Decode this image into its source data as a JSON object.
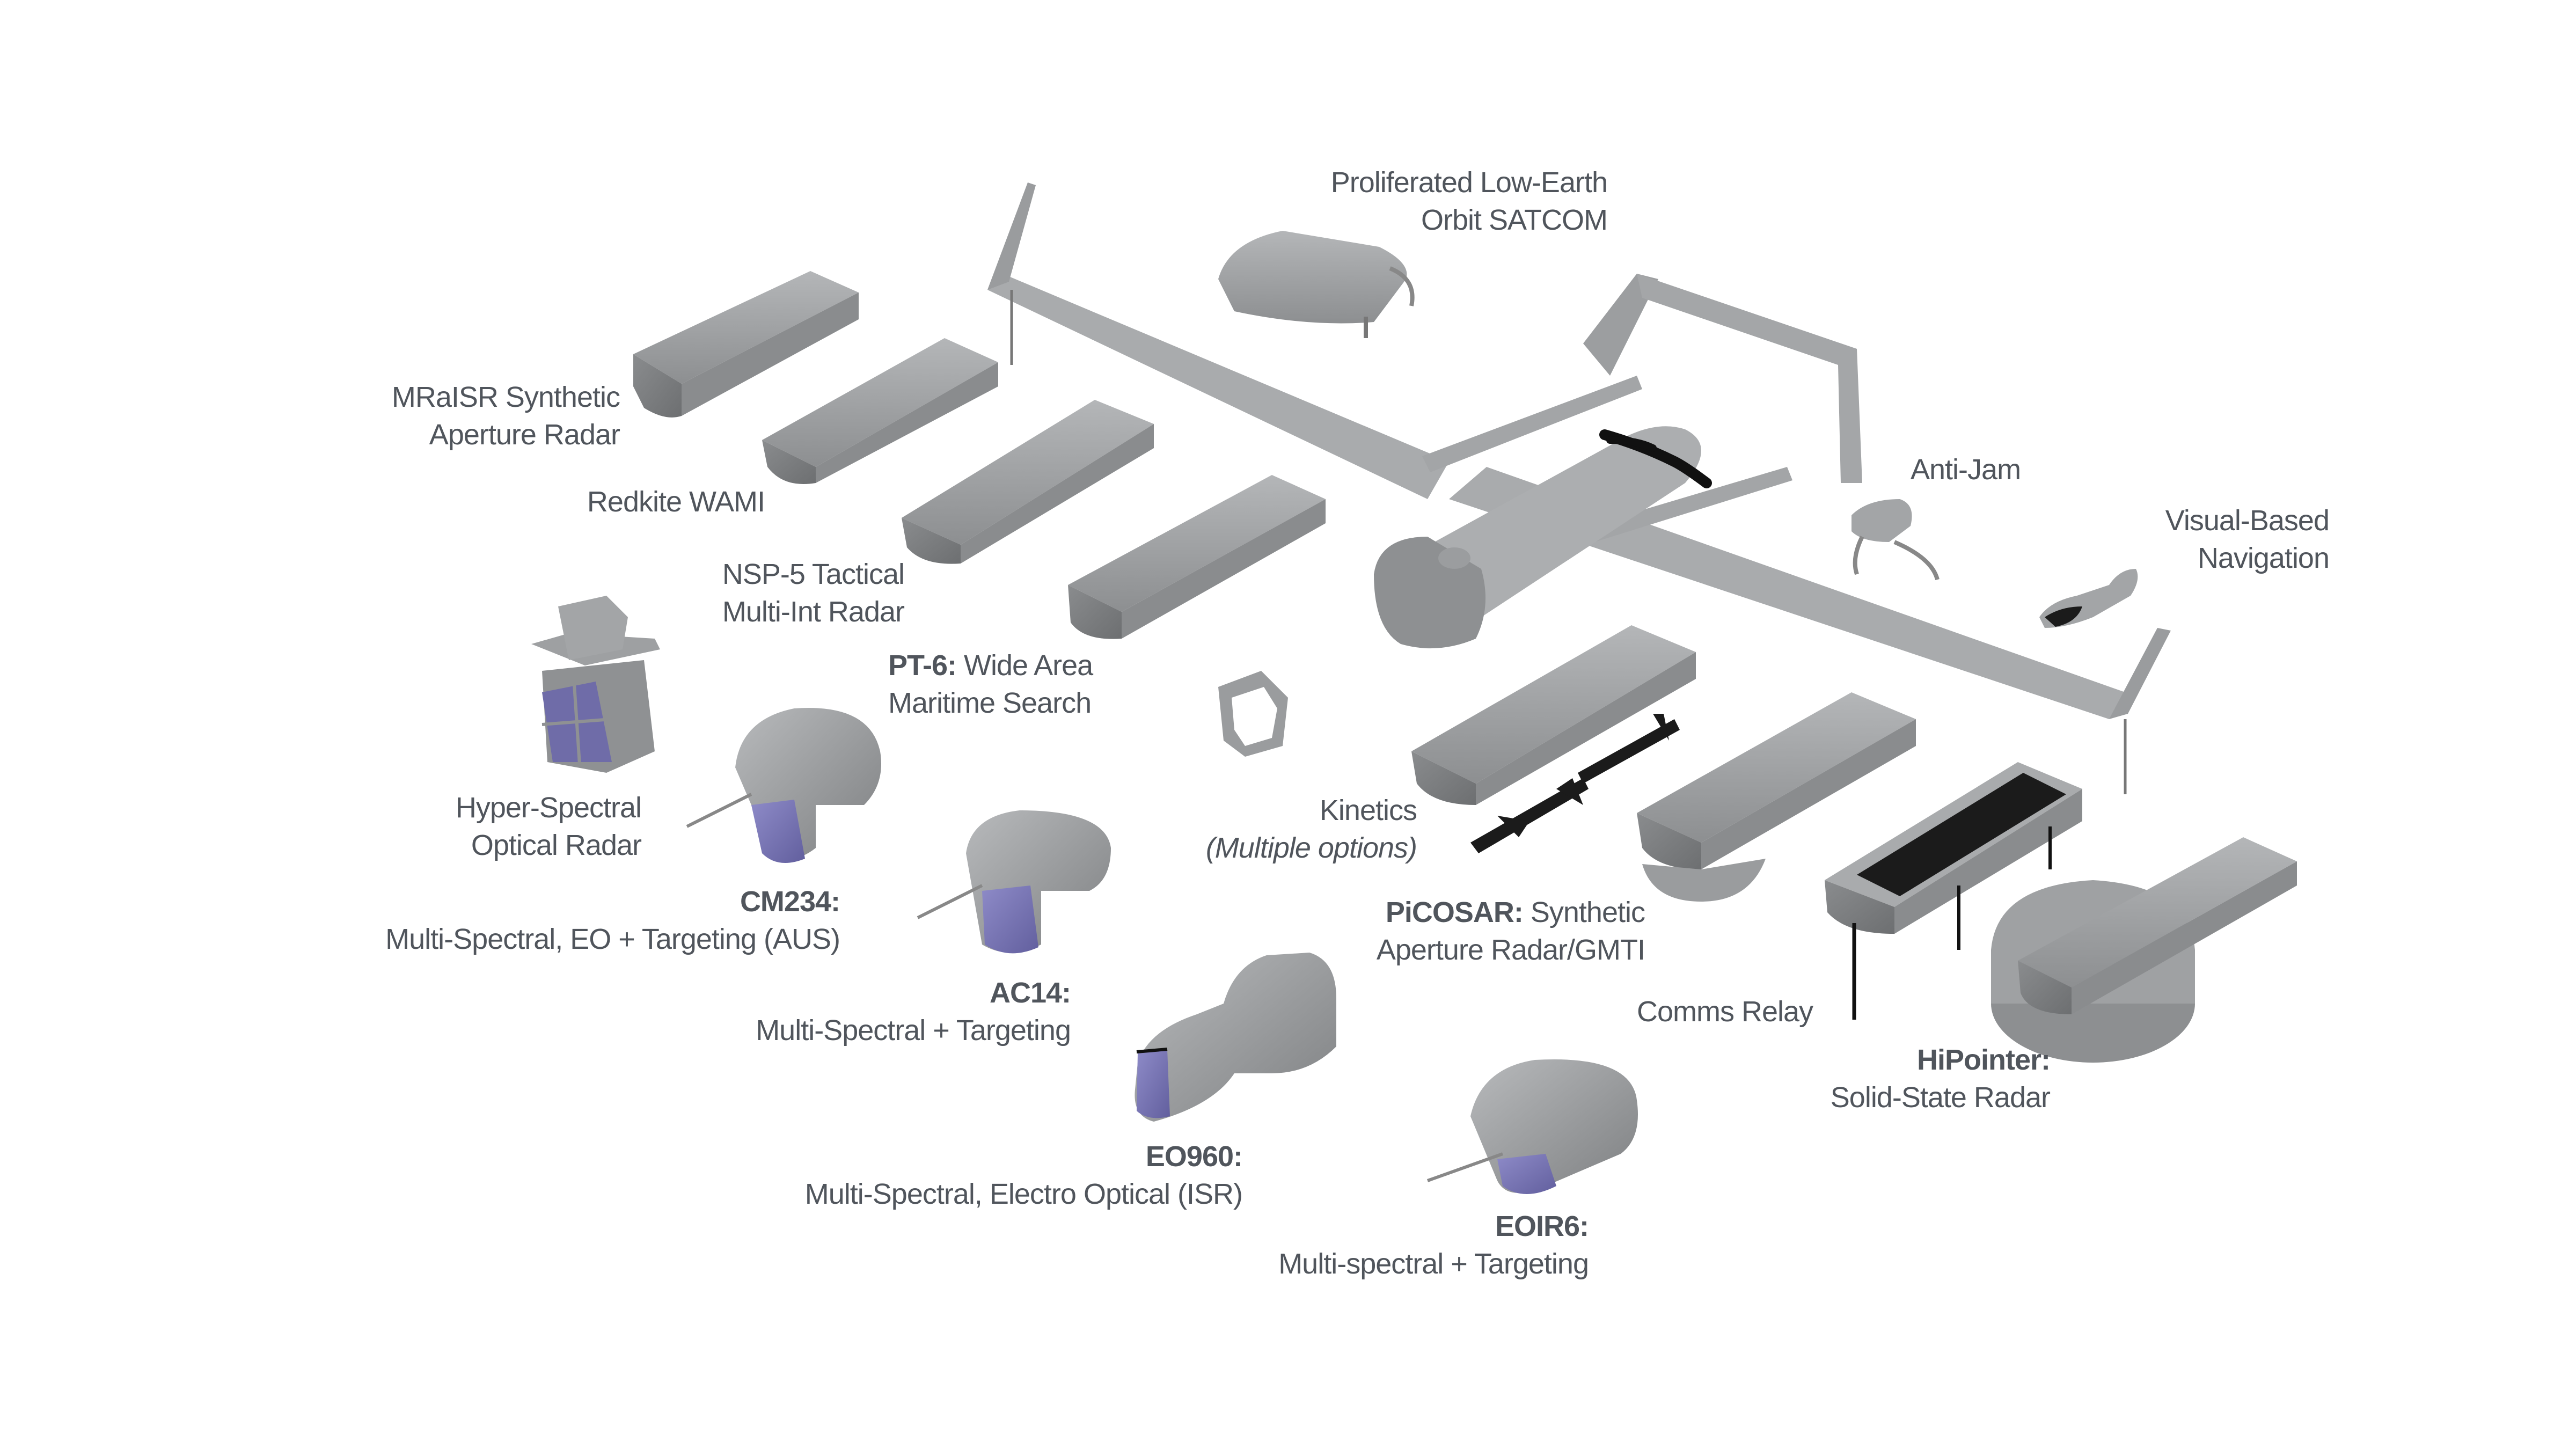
{
  "title": "Payload options diagram",
  "colors": {
    "text": "#50555c",
    "body_gray": "#a7a9ab",
    "dark_gray": "#77797b",
    "sensor_purple": "#7b78b4",
    "black": "#1b1b1b"
  },
  "labels": {
    "satcom": {
      "line1": "Proliferated Low-Earth",
      "line2": "Orbit SATCOM"
    },
    "mraisr": {
      "line1": "MRaISR Synthetic",
      "line2": "Aperture Radar"
    },
    "redkite": {
      "line1": "Redkite WAMI"
    },
    "nsp5": {
      "line1": "NSP-5 Tactical",
      "line2": "Multi-Int Radar"
    },
    "pt6": {
      "bold": "PT-6:",
      "line1_rest": " Wide Area",
      "line2": "Maritime Search"
    },
    "hyperspectral": {
      "line1": "Hyper-Spectral",
      "line2": "Optical Radar"
    },
    "cm234": {
      "bold": "CM234:",
      "line2": "Multi-Spectral, EO + Targeting (AUS)"
    },
    "ac14": {
      "bold": "AC14:",
      "line2": "Multi-Spectral + Targeting"
    },
    "eo960": {
      "bold": "EO960:",
      "line2": "Multi-Spectral, Electro Optical (ISR)"
    },
    "eoir6": {
      "bold": "EOIR6:",
      "line2": "Multi-spectral + Targeting"
    },
    "kinetics": {
      "line1": "Kinetics",
      "line2": "(Multiple options)"
    },
    "picosar": {
      "bold": "PiCOSAR:",
      "line1_rest": " Synthetic",
      "line2": "Aperture Radar/GMTI"
    },
    "comms_relay": {
      "line1": "Comms Relay"
    },
    "hipointer": {
      "bold": "HiPointer:",
      "line2": "Solid-State Radar"
    },
    "anti_jam": {
      "line1": "Anti-Jam"
    },
    "vbn": {
      "line1": "Visual-Based",
      "line2": "Navigation"
    }
  }
}
